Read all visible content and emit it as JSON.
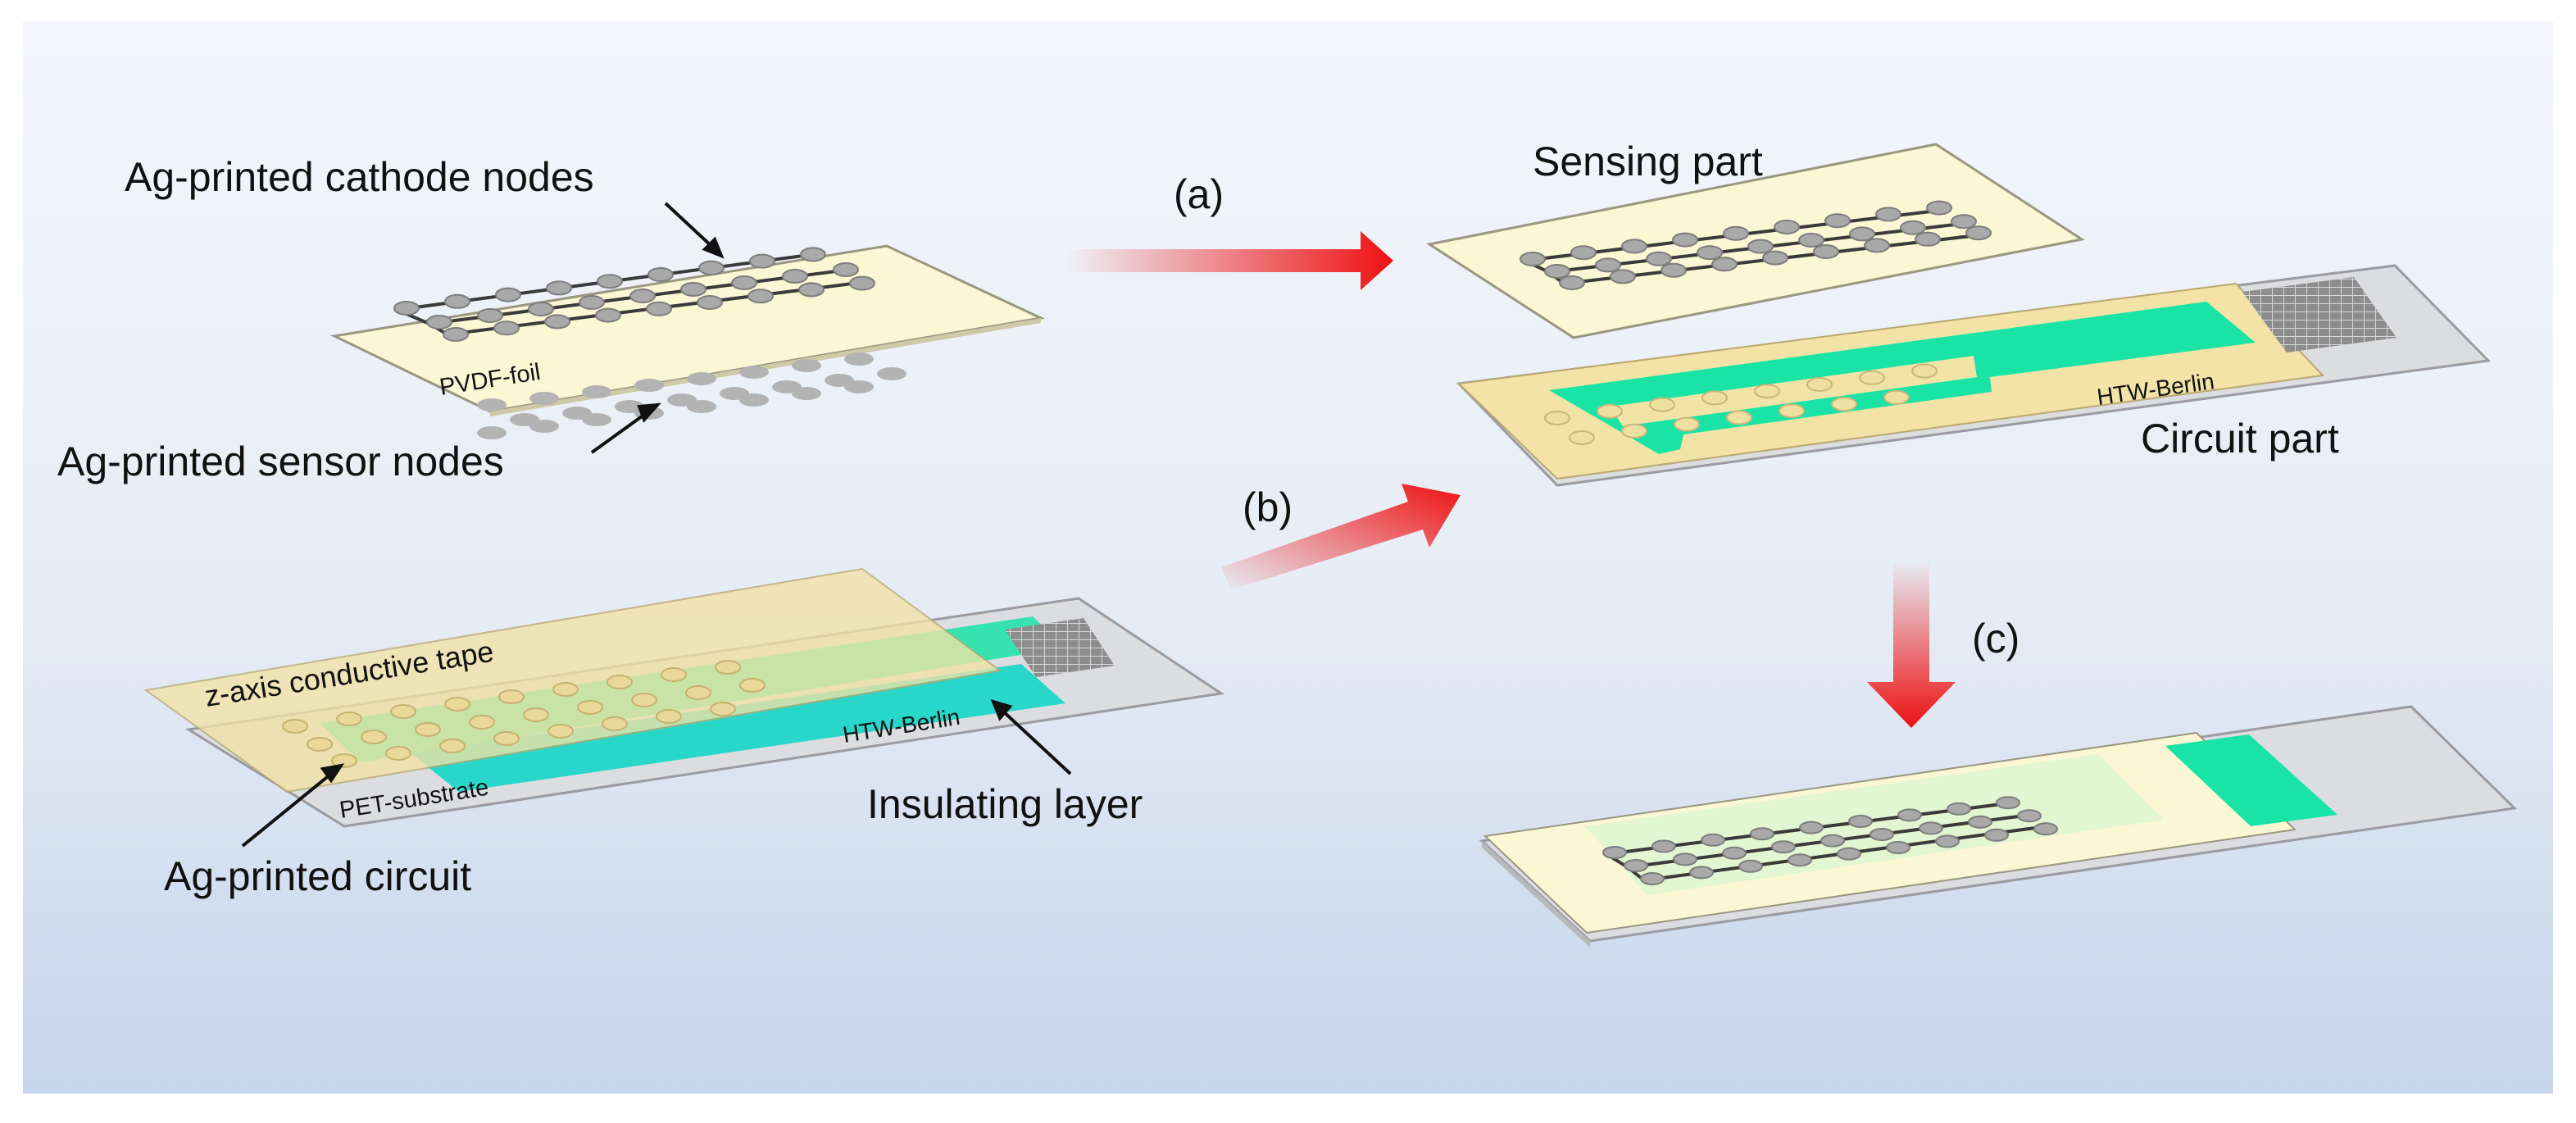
{
  "labels": {
    "cathode_nodes": "Ag-printed cathode nodes",
    "pvdf_foil": "PVDF-foil",
    "sensor_nodes": "Ag-printed sensor nodes",
    "step_a": "(a)",
    "step_b": "(b)",
    "step_c": "(c)",
    "sensing_part": "Sensing part",
    "circuit_part": "Circuit part",
    "z_axis_tape": "z-axis conductive tape",
    "pet_substrate": "PET-substrate",
    "insulating_layer": "Insulating layer",
    "ag_printed_circuit": "Ag-printed circuit",
    "htw_berlin": "HTW-Berlin"
  },
  "colors": {
    "background_top": "#f2f5fa",
    "background_bottom": "#c6d6ec",
    "foil_yellow": "#fbf6d4",
    "tape_yellow": "#f3e3a6",
    "circuit_green": "#19e4a6",
    "insulating_cyan": "#1fd6c8",
    "silver_node": "#a9a9a9",
    "pet_grey": "#d9dbdf",
    "arrow_red": "#ee1111"
  }
}
